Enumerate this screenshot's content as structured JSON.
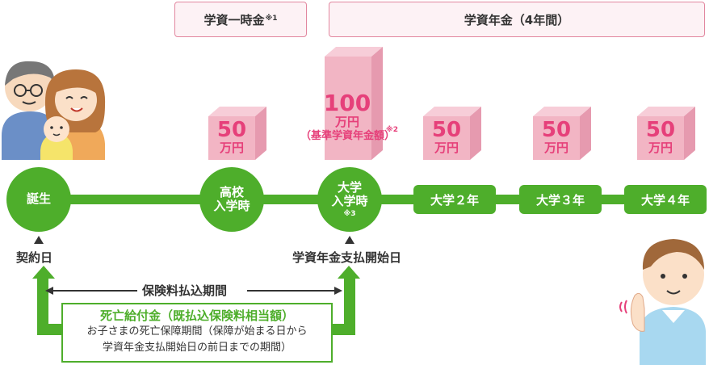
{
  "header": {
    "lump_sum_label": "学資一時金",
    "lump_sum_note": "※1",
    "annuity_label": "学資年金（4年間）"
  },
  "amounts": {
    "highschool": {
      "value": "50",
      "unit": "万円"
    },
    "university": {
      "value": "100",
      "unit": "万円",
      "note": "※2",
      "sub": "（基準学資年金額）"
    },
    "year2": {
      "value": "50",
      "unit": "万円"
    },
    "year3": {
      "value": "50",
      "unit": "万円"
    },
    "year4": {
      "value": "50",
      "unit": "万円"
    }
  },
  "timeline": {
    "birth": "誕生",
    "highschool_1": "高校",
    "highschool_2": "入学時",
    "university_1": "大学",
    "university_2": "入学時",
    "university_note": "※3",
    "year2": "大学２年",
    "year3": "大学３年",
    "year4": "大学４年"
  },
  "markers": {
    "contract_date": "契約日",
    "annuity_start": "学資年金支払開始日"
  },
  "premium_period": "保険料払込期間",
  "death_benefit": {
    "title": "死亡給付金（既払込保険料相当額）",
    "line1": "お子さまの死亡保障期間（保障が始まる日から",
    "line2": "学資年金支払開始日の前日までの期間）"
  },
  "colors": {
    "green": "#4eae2b",
    "pink_text": "#e6407a",
    "cube_face": "#f2b5c4",
    "header_border": "#e2879f"
  }
}
